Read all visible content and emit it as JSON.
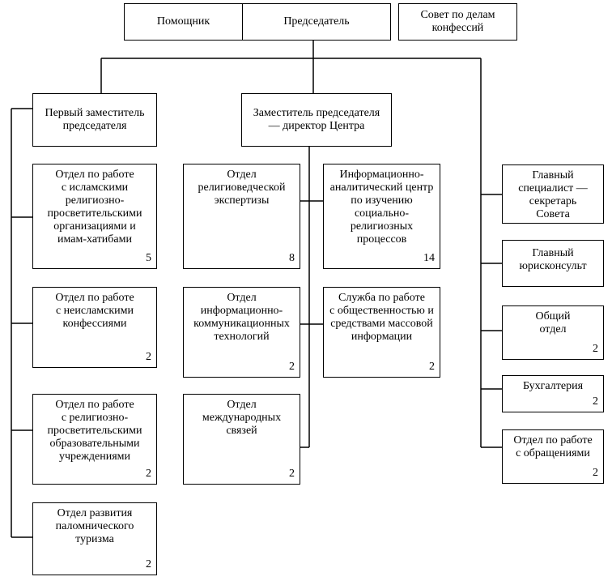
{
  "top": {
    "assistant": "Помощник",
    "chairman": "Председатель",
    "council": "Совет по делам\nконфессий"
  },
  "left": {
    "first_deputy": "Первый заместитель\nпредседателя",
    "dept_islamic": {
      "label": "Отдел по работе\nс исламскими\nрелигиозно-\nпросветительскими\nорганизациями и\nимам-хатибами",
      "count": "5"
    },
    "dept_non_islamic": {
      "label": "Отдел по работе\nс неисламскими\nконфессиями",
      "count": "2"
    },
    "dept_education": {
      "label": "Отдел по работе\nс религиозно-\nпросветительскими\nобразовательными\nучреждениями",
      "count": "2"
    },
    "dept_pilgrimage": {
      "label": "Отдел развития\nпаломнического\nтуризма",
      "count": "2"
    }
  },
  "center": {
    "deputy_director": "Заместитель председателя\n— директор  Центра",
    "dept_expertise": {
      "label": "Отдел\nрелигиоведческой\nэкспертизы",
      "count": "8"
    },
    "info_center": {
      "label": "Информационно-\nаналитический центр\nпо изучению\nсоциально-\nрелигиозных\nпроцессов",
      "count": "14"
    },
    "dept_ict": {
      "label": "Отдел\nинформационно-\nкоммуникационных\nтехнологий",
      "count": "2"
    },
    "press_service": {
      "label": "Служба по работе\nс общественностью и\nсредствами массовой\nинформации",
      "count": "2"
    },
    "dept_international": {
      "label": "Отдел\nмеждународных\nсвязей",
      "count": "2"
    }
  },
  "right": {
    "chief_specialist": "Главный\nспециалист —\nсекретарь\nСовета",
    "legal_adviser": "Главный\nюрисконсульт",
    "general_dept": {
      "label": "Общий\nотдел",
      "count": "2"
    },
    "accounting": {
      "label": "Бухгалтерия",
      "count": "2"
    },
    "dept_appeals": {
      "label": "Отдел по работе\nс обращениями",
      "count": "2"
    }
  }
}
